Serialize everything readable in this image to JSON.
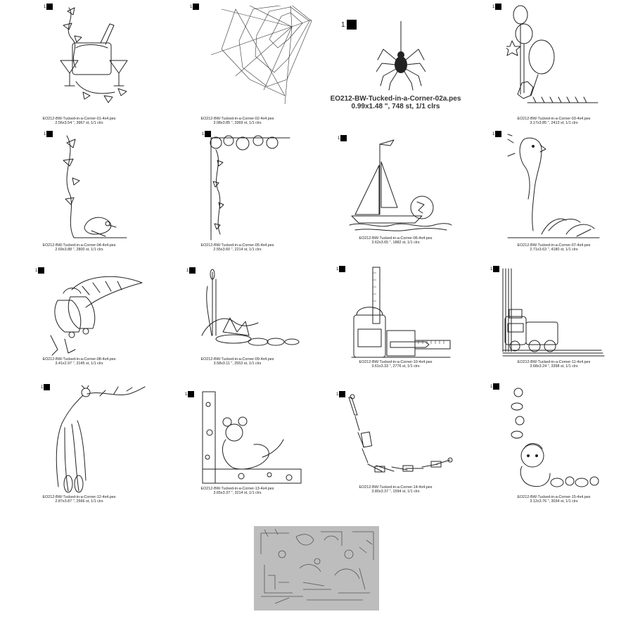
{
  "designs": [
    {
      "file": "EO212-BW-Tucked-in-a-Corner-01-4x4.pes",
      "stats": "2.56x3.54 \", 3967 st, 1/1 clrs",
      "color_index": "1",
      "icon": "champagne-bucket-icon"
    },
    {
      "file": "EO212-BW-Tucked-in-a-Corner-02-4x4.pes",
      "stats": "3.08x3.85 \", 3369 st, 1/1 clrs",
      "color_index": "1",
      "icon": "spider-web-icon"
    },
    {
      "file": "EO212-BW-Tucked-in-a-Corner-02a.pes",
      "stats": "0.99x1.48 \", 748 st, 1/1 clrs",
      "color_index": "1",
      "icon": "spider-icon"
    },
    {
      "file": "EO212-BW-Tucked-in-a-Corner-03-4x4.pes",
      "stats": "3.17x3.85 \", 2413 st, 1/1 clrs",
      "color_index": "1",
      "icon": "balloons-stars-icon"
    },
    {
      "file": "EO212-BW-Tucked-in-a-Corner-04-4x4.pes",
      "stats": "2.69x3.88 \", 2800 st, 1/1 clrs",
      "color_index": "1",
      "icon": "bird-vine-icon"
    },
    {
      "file": "EO212-BW-Tucked-in-a-Corner-05-4x4.pes",
      "stats": "2.55x3.60 \", 2214 st, 1/1 clrs",
      "color_index": "1",
      "icon": "flower-vine-icon"
    },
    {
      "file": "EO212-BW-Tucked-in-a-Corner-06-4x4.pes",
      "stats": "3.62x3.65 \", 1882 st, 1/1 clrs",
      "color_index": "1",
      "icon": "sailboat-icon"
    },
    {
      "file": "EO212-BW-Tucked-in-a-Corner-07-4x4.pes",
      "stats": "2.71x3.63 \", 4180 st, 1/1 clrs",
      "color_index": "1",
      "icon": "parrot-icon"
    },
    {
      "file": "EO212-BW-Tucked-in-a-Corner-08-4x4.pes",
      "stats": "3.41x2.97 \", 3145 st, 1/1 clrs",
      "color_index": "1",
      "icon": "bells-ribbon-icon"
    },
    {
      "file": "EO212-BW-Tucked-in-a-Corner-09-4x4.pes",
      "stats": "3.58x3.11 \", 2553 st, 1/1 clrs",
      "color_index": "1",
      "icon": "water-lily-icon"
    },
    {
      "file": "EO212-BW-Tucked-in-a-Corner-10-4x4.pes",
      "stats": "3.61x3.33 \", 2776 st, 1/1 clrs",
      "color_index": "1",
      "icon": "school-supplies-icon"
    },
    {
      "file": "EO212-BW-Tucked-in-a-Corner-11-4x4.pes",
      "stats": "3.68x3.24 \", 3398 st, 1/1 clrs",
      "color_index": "1",
      "icon": "train-icon"
    },
    {
      "file": "EO212-BW-Tucked-in-a-Corner-12-4x4.pes",
      "stats": "2.87x3.87 \", 2566 st, 1/1 clrs",
      "color_index": "1",
      "icon": "peacock-icon"
    },
    {
      "file": "EO212-BW-Tucked-in-a-Corner-13-4x4.pes",
      "stats": "3.65x3.37 \", 3214 st, 1/1 clrs",
      "color_index": "1",
      "icon": "mouse-cheese-icon"
    },
    {
      "file": "EO212-BW-Tucked-in-a-Corner-14-4x4.pes",
      "stats": "3.80x3.37 \", 1594 st, 1/1 clrs",
      "color_index": "1",
      "icon": "safety-pins-icon"
    },
    {
      "file": "EO212-BW-Tucked-in-a-Corner-15-4x4.pes",
      "stats": "3.12x3.76 \", 3034 st, 1/1 clrs",
      "color_index": "1",
      "icon": "baby-pacifier-icon"
    }
  ],
  "preview_photo": {
    "icon": "stitched-sample-photo-icon"
  },
  "colors": {
    "background": "#ffffff",
    "thread": "#222222",
    "swatch": "#000000",
    "photo_bg": "#bdbdbd"
  }
}
